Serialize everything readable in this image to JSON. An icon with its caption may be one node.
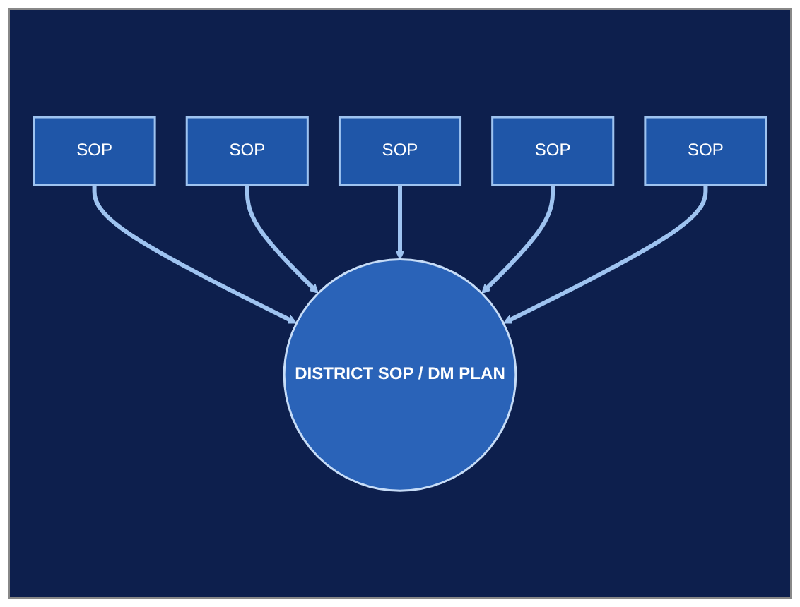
{
  "diagram": {
    "nodes": [
      {
        "text": [
          "SOP"
        ]
      },
      {
        "text": [
          "DISTRICT SOP / DM PLAN"
        ]
      },
      {
        "text": [
          "SOP"
        ]
      },
      {
        "text": [
          "SOP"
        ]
      },
      {
        "text": [
          "SOP"
        ]
      },
      {
        "text": [
          "SOP"
        ]
      }
    ],
    "edges": [
      {
        "from": 0,
        "to": 1,
        "arrow": "to"
      },
      {
        "from": 2,
        "to": 1,
        "arrow": "to"
      },
      {
        "from": 3,
        "to": 1,
        "arrow": "to"
      },
      {
        "from": 4,
        "to": 1,
        "arrow": "to"
      },
      {
        "from": 5,
        "to": 1,
        "arrow": "to"
      }
    ]
  }
}
